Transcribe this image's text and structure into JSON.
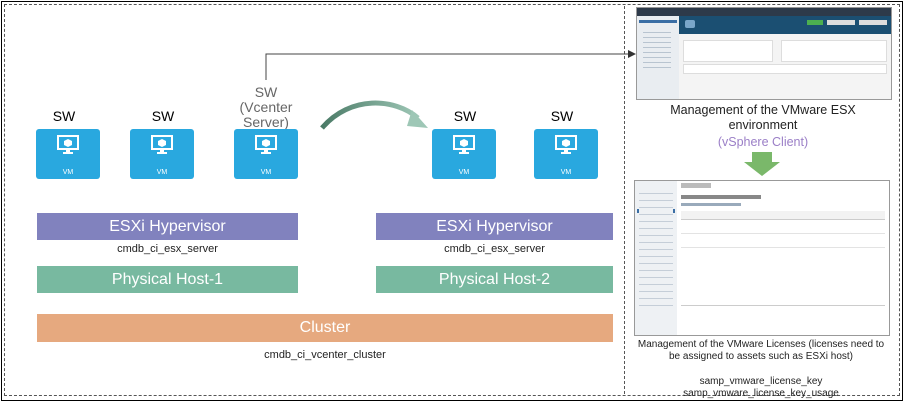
{
  "vms": [
    {
      "sw": "SW",
      "vm_label": "VM"
    },
    {
      "sw": "SW",
      "vm_label": "VM"
    },
    {
      "sw": "SW\n(Vcenter\nServer)",
      "vm_label": "VM"
    },
    {
      "sw": "SW",
      "vm_label": "VM"
    },
    {
      "sw": "SW",
      "vm_label": "VM"
    }
  ],
  "left": {
    "esxi": "ESXi Hypervisor",
    "esxi_table": "cmdb_ci_esx_server",
    "physical": "Physical Host-1"
  },
  "right": {
    "esxi": "ESXi Hypervisor",
    "esxi_table": "cmdb_ci_esx_server",
    "physical": "Physical Host-2"
  },
  "cluster": {
    "label": "Cluster",
    "table": "cmdb_ci_vcenter_cluster"
  },
  "vsphere": {
    "title": "Management of the VMware ESX environment",
    "client": "(vSphere Client)"
  },
  "licenses": {
    "title": "Management of the VMware Licenses (licenses need to be assigned to assets such as ESXi host)",
    "table1": "samp_vmware_license_key",
    "table2": "samp_vmware_license_key_usage"
  },
  "colors": {
    "vm": "#29a8df",
    "esxi": "#8182be",
    "physical": "#78b9a0",
    "cluster": "#e6a97f",
    "arrow": "#7ab86a",
    "client": "#9b7fc7"
  }
}
